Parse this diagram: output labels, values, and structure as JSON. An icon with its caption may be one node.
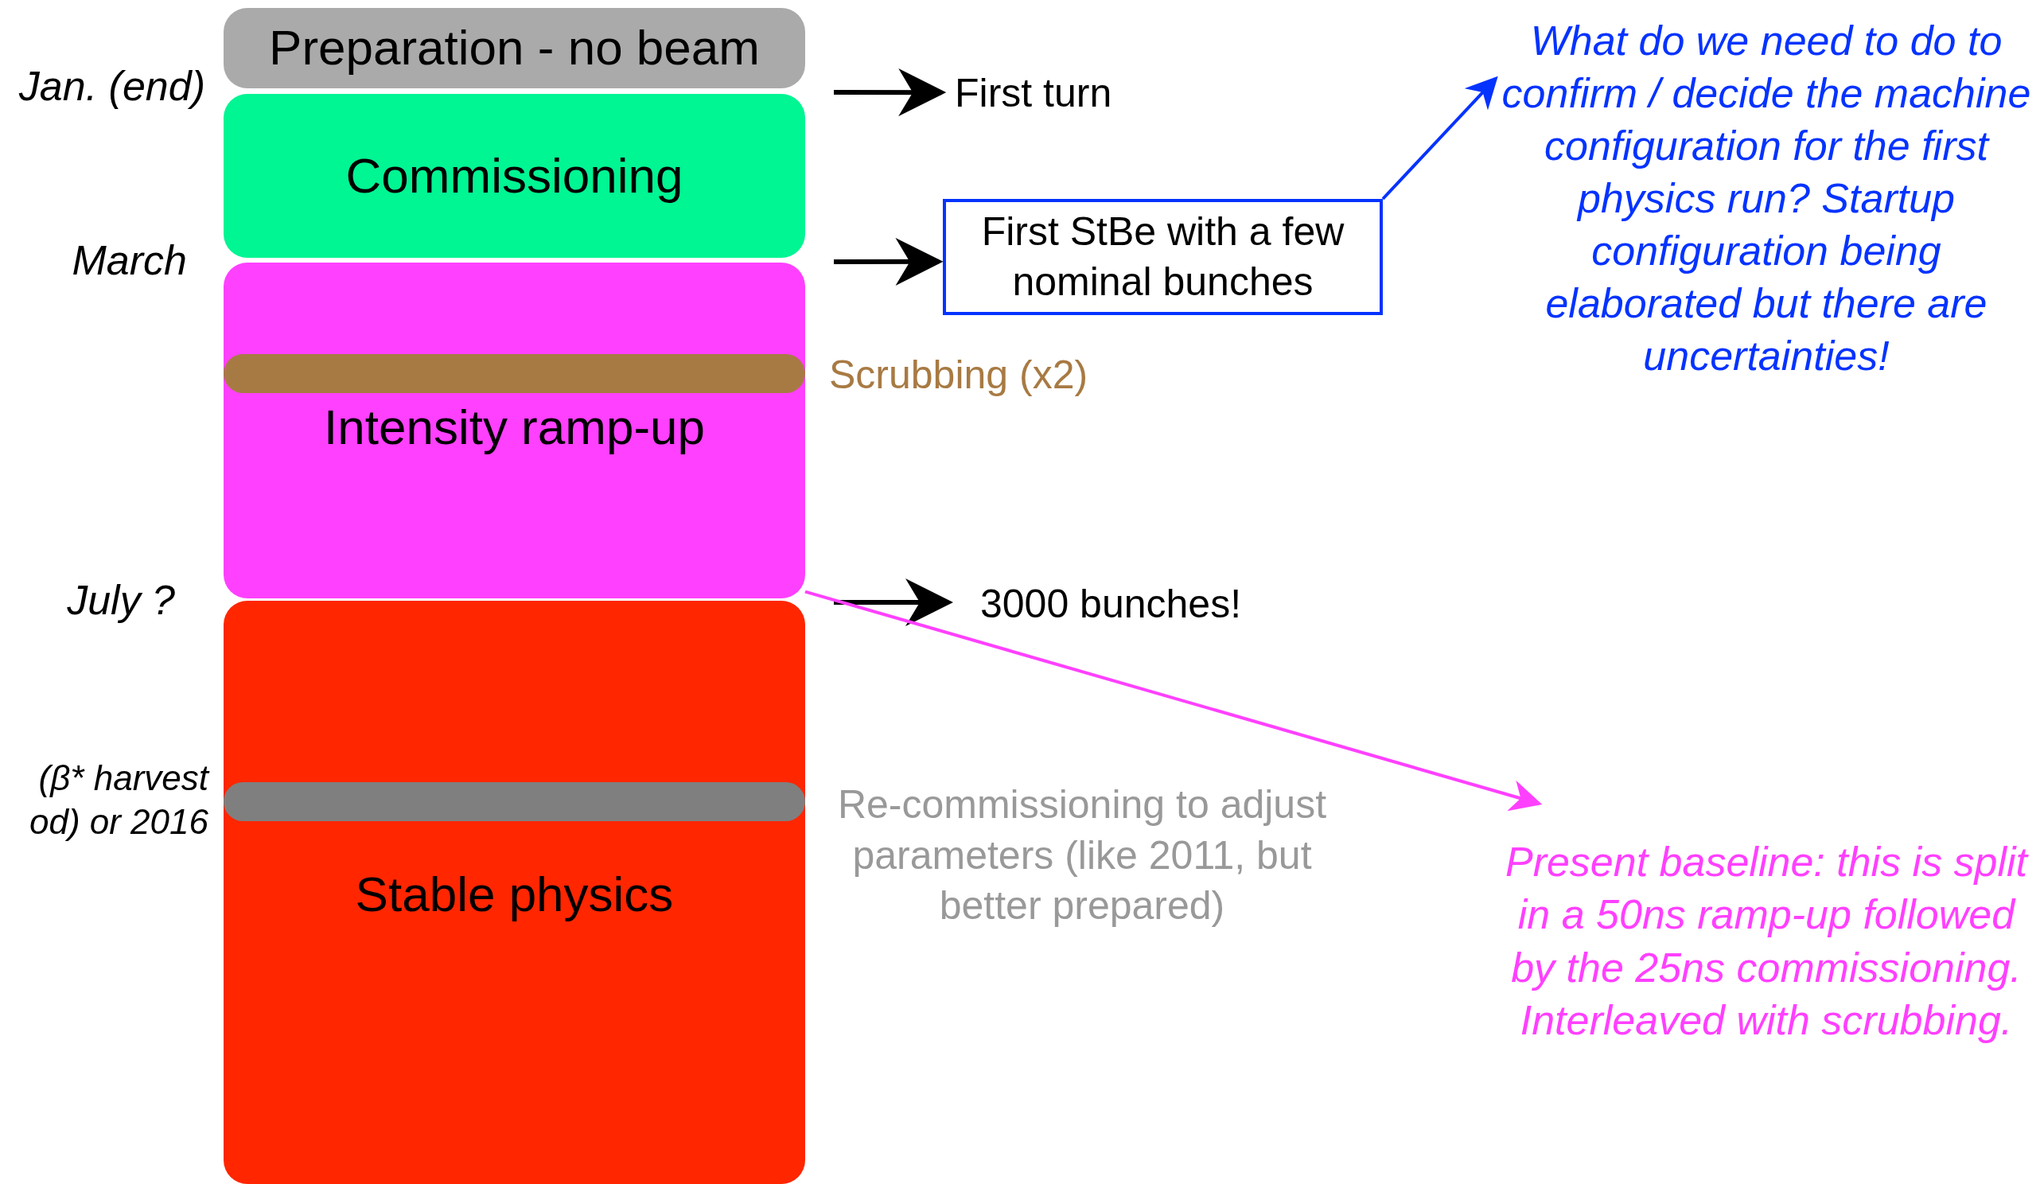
{
  "diagram": {
    "nodes": [
      {
        "text": [
          "Preparation - no beam"
        ]
      },
      {
        "text": [
          "Commissioning"
        ]
      },
      {
        "text": [
          "Intensity ramp-up"
        ]
      },
      {
        "text": [],
        "shape": "bar",
        "in": 2,
        "beside": [
          "Scrubbing (x2)"
        ]
      },
      {
        "text": [
          "Stable physics"
        ]
      },
      {
        "text": [],
        "shape": "bar",
        "in": 4,
        "beside": [
          "Re-commissioning to adjust parameters (like 2011, but better prepared)"
        ]
      },
      {
        "text": [
          "First turn"
        ]
      },
      {
        "text": [
          "First StBe with a few nominal bunches"
        ]
      },
      {
        "text": [
          "What do we need to do to confirm / decide the machine configuration for the first physics run? Startup configuration being elaborated but there are uncertainties!"
        ]
      },
      {
        "text": [
          "3000 bunches!"
        ]
      },
      {
        "text": [
          "Present baseline: this is split in a 50ns ramp-up followed by the 25ns commissioning. Interleaved with scrubbing."
        ]
      }
    ],
    "edges": [
      {
        "from": null,
        "to": 6,
        "arrow": "to"
      },
      {
        "from": null,
        "to": 7,
        "arrow": "to"
      },
      {
        "from": null,
        "to": 9,
        "arrow": "to"
      },
      {
        "from": 7,
        "to": 8,
        "arrow": "to",
        "color": "#0433ff"
      },
      {
        "from": 2,
        "to": 10,
        "arrow": "to",
        "color": "#ff40ff"
      }
    ],
    "labels": [
      "Jan. (end)",
      "March",
      "July ?",
      "(β* harvest od) or 2016"
    ]
  }
}
